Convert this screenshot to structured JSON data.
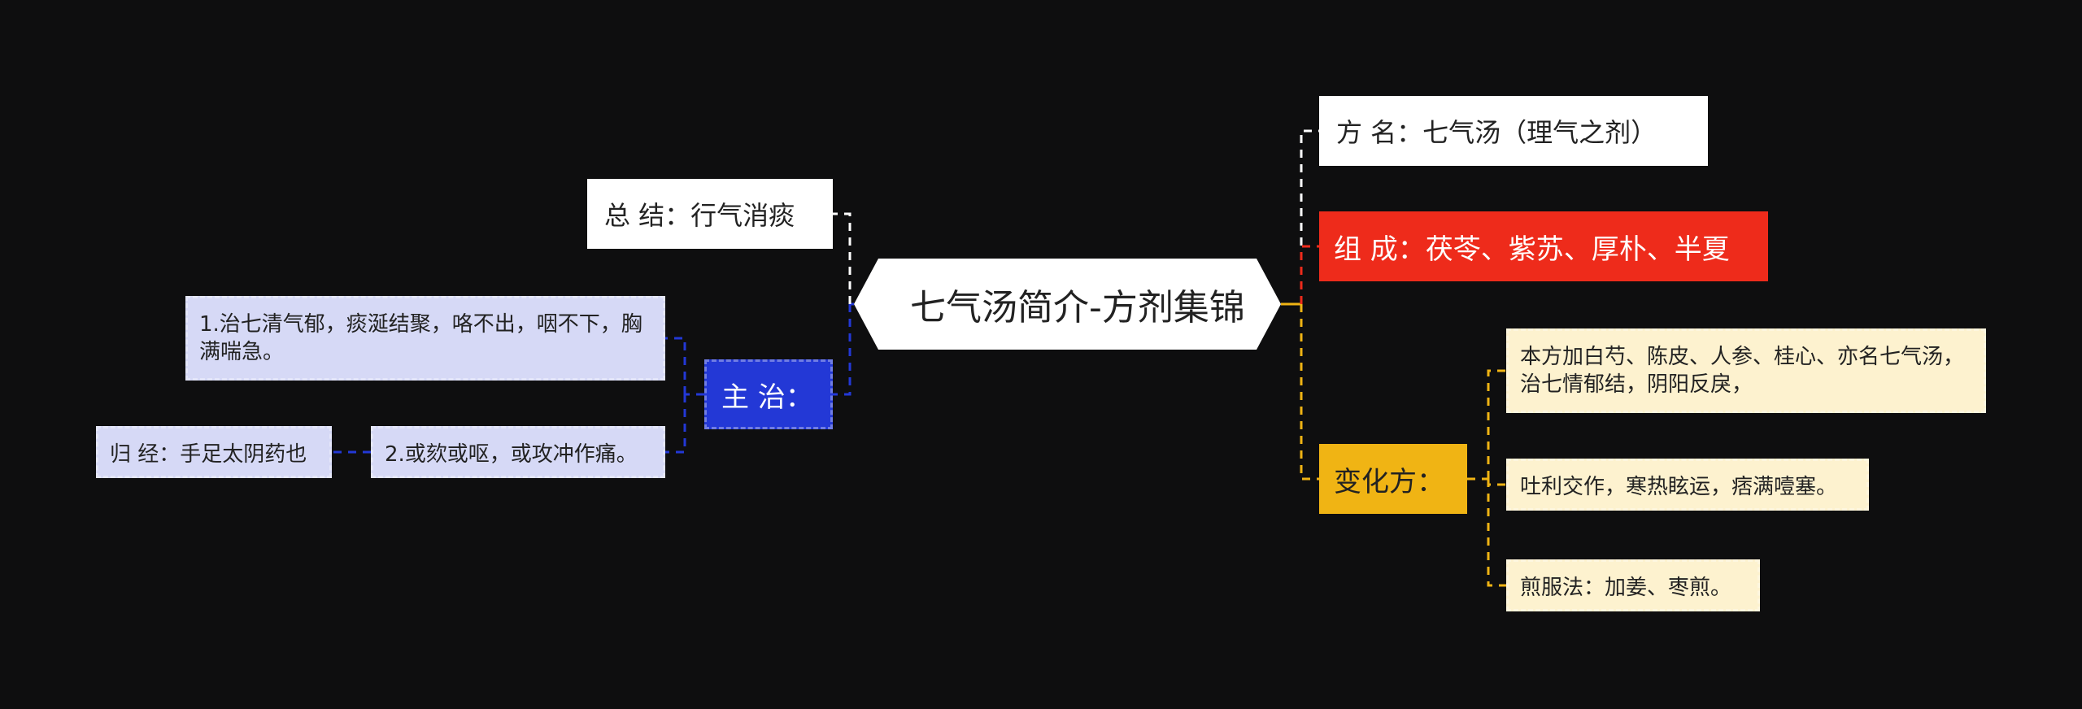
{
  "root": {
    "label": "七气汤简介-方剂集锦"
  },
  "right_branches": {
    "name": {
      "label": "方 名：七气汤（理气之剂）",
      "color": "#ffffff"
    },
    "composition": {
      "label": "组 成：茯苓、紫苏、厚朴、半夏",
      "color": "#ee2b1b"
    },
    "variation": {
      "label": "变化方：",
      "color": "#f0b414",
      "children": [
        {
          "label": "本方加白芍、陈皮、人参、桂心、亦名七气汤，治七情郁结，阴阳反戾，"
        },
        {
          "label": "吐利交作，寒热眩运，痞满噎塞。"
        },
        {
          "label": "煎服法：加姜、枣煎。"
        }
      ]
    }
  },
  "left_branches": {
    "summary": {
      "label": "总 结：行气消痰",
      "color": "#ffffff"
    },
    "indication": {
      "label": "主 治：",
      "color": "#2338d6",
      "children": [
        {
          "label": "1.治七清气郁，痰涎结聚，咯不出，咽不下，胸满喘急。"
        },
        {
          "label": "2.或欬或呕，或攻冲作痛。",
          "child": {
            "label": "归 经：手足太阴药也"
          }
        }
      ]
    }
  }
}
